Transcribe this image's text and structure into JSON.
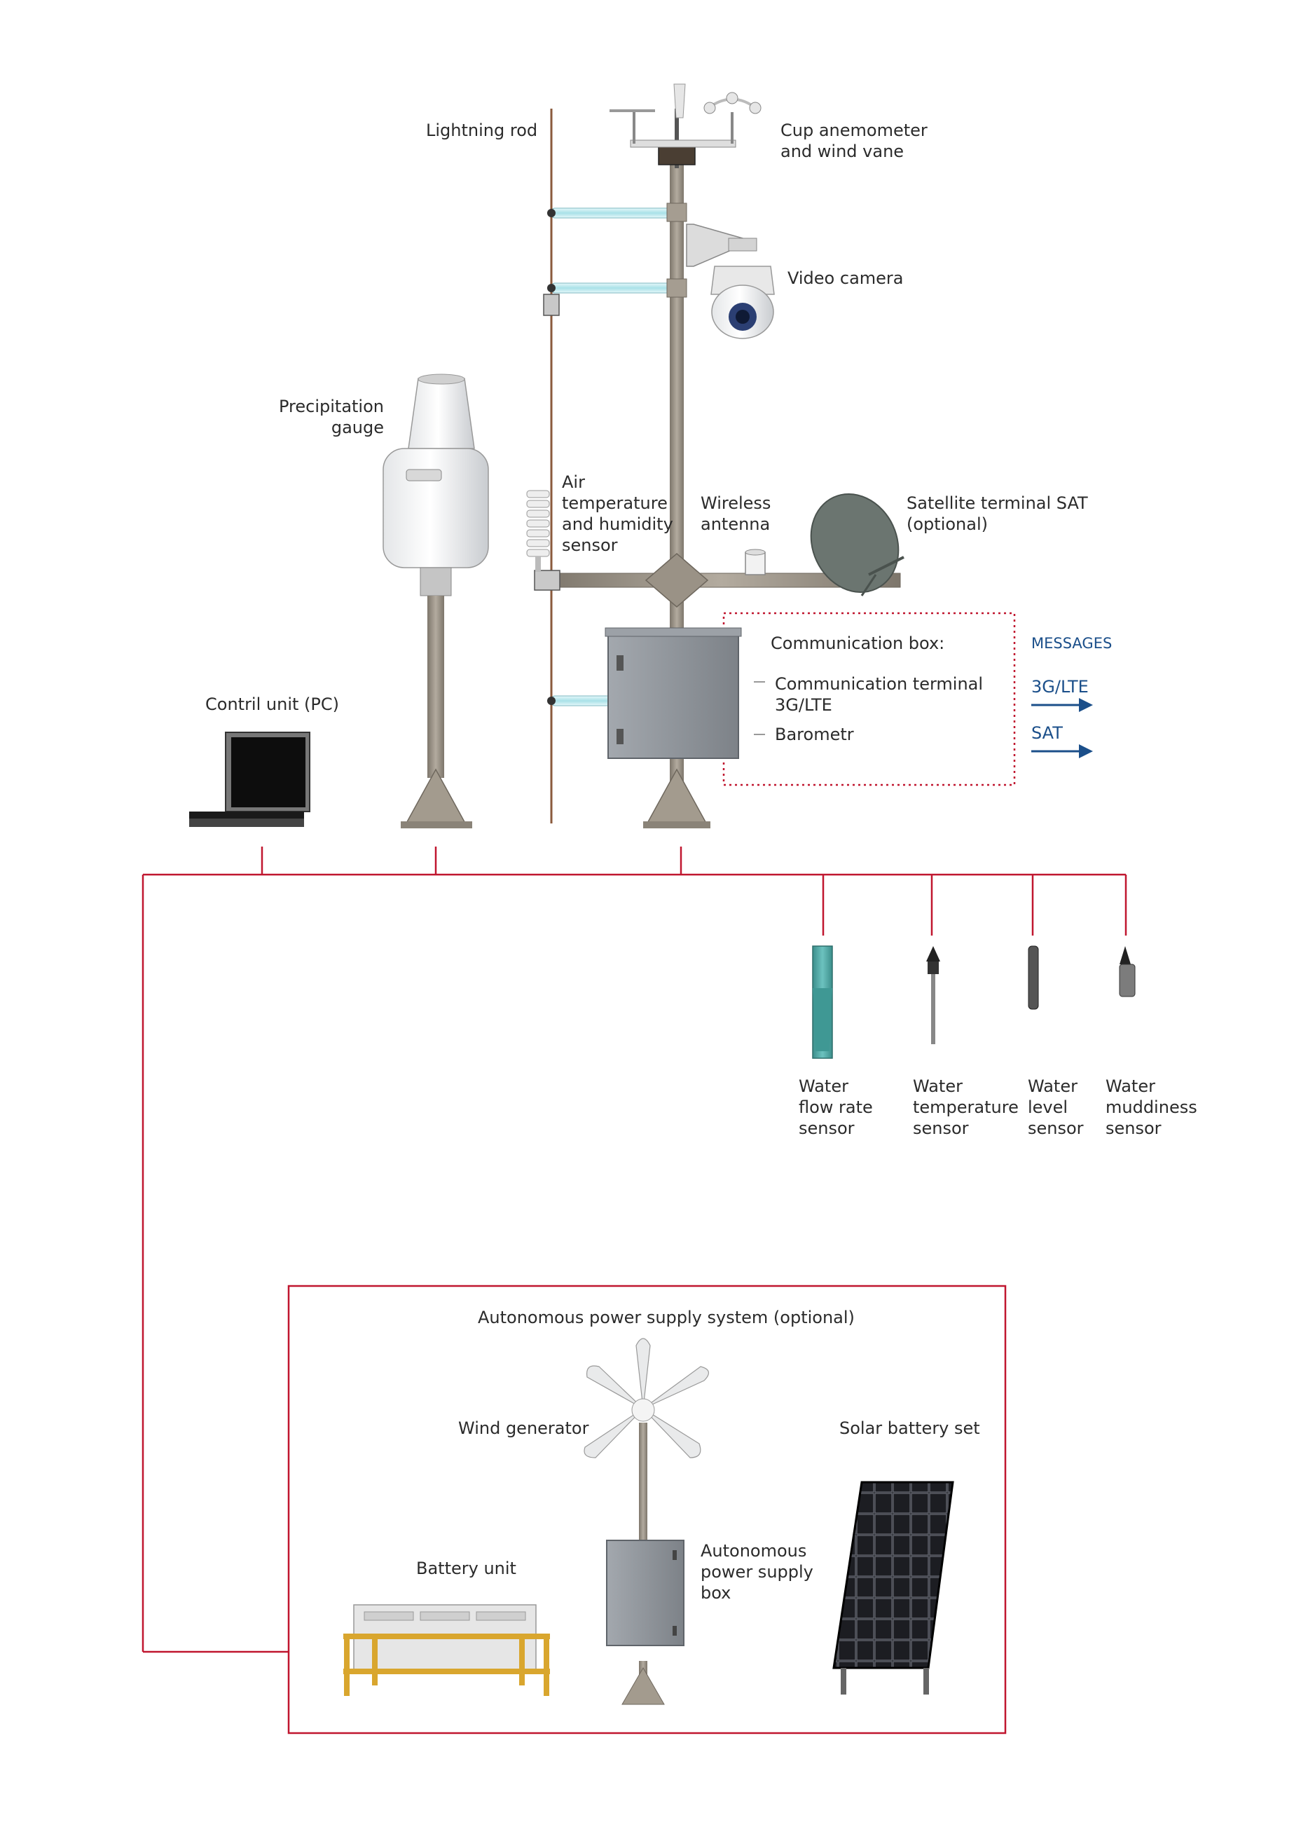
{
  "colors": {
    "connector": "#c0162f",
    "message_arrow": "#1b4f8a",
    "mast_gray": "#9a9184",
    "enclosure_gray": "#8f949b",
    "bracket_cyan": "#bfe8ee",
    "flow_sensor_teal": "#4fa9a6",
    "battery_frame": "#d9a62e",
    "solar_panel": "#1c1d22"
  },
  "labels": {
    "lightning_rod": "Lightning rod",
    "anemometer": "Cup anemometer\nand wind vane",
    "video_camera": "Video camera",
    "precipitation_gauge": "Precipitation\ngauge",
    "air_sensor": "Air\ntemperature\nand humidity\nsensor",
    "wireless_antenna": "Wireless\nantenna",
    "satellite_terminal": "Satellite terminal SAT\n(optional)",
    "control_unit": "Contril unit (PC)",
    "comm_box_title": "Communication box:",
    "comm_terminal": "Communication terminal\n3G/LTE",
    "barometer": "Barometr",
    "messages": "MESSAGES",
    "msg_3g": "3G/LTE",
    "msg_sat": "SAT",
    "water_flow": "Water\nflow rate\nsensor",
    "water_temp": "Water\ntemperature\nsensor",
    "water_level": "Water\nlevel\nsensor",
    "water_mud": "Water\nmuddiness\nsensor",
    "power_title": "Autonomous power supply system (optional)",
    "wind_generator": "Wind generator",
    "solar_set": "Solar battery set",
    "battery_unit": "Battery unit",
    "power_box": "Autonomous\npower supply\nbox"
  }
}
